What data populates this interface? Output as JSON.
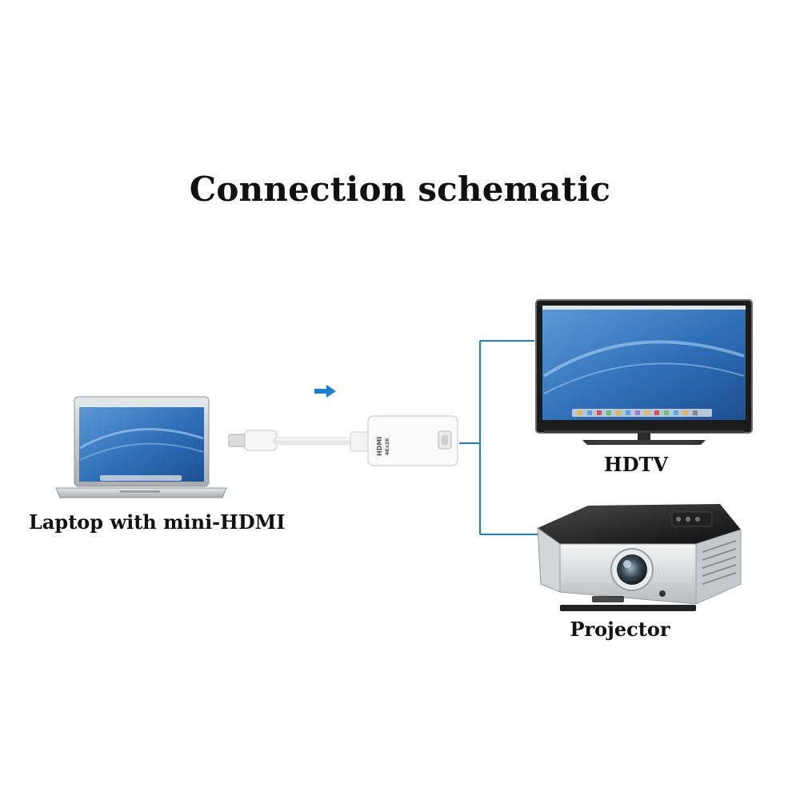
{
  "title": "Connection schematic",
  "adapter": {
    "port_label": "HDMI",
    "port_sublabel": "4Kx2K"
  },
  "devices": {
    "laptop": {
      "label": "Laptop with mini-HDMI"
    },
    "hdtv": {
      "label": "HDTV"
    },
    "projector": {
      "label": "Projector"
    }
  },
  "colors": {
    "connector_line": "#1a7fd4",
    "arrow": "#1a7fd4",
    "screen_blue": "#2f6fb8"
  }
}
